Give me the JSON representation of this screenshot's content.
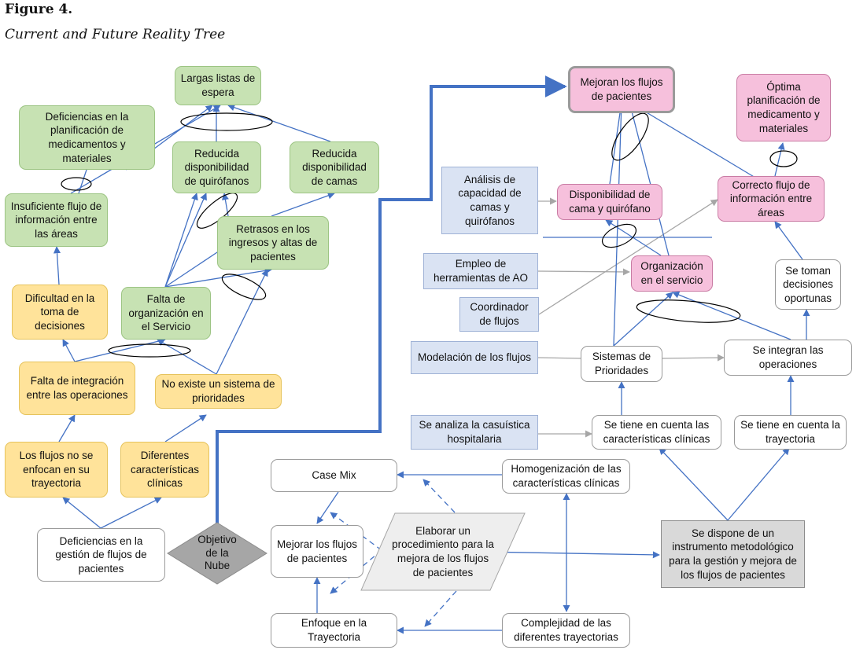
{
  "figure": {
    "label": "Figure 4.",
    "title": "Current and Future Reality Tree"
  },
  "nodes": {
    "largas_listas": "Largas listas de espera",
    "deficiencias_planificacion": "Deficiencias en la planificación de medicamentos y materiales",
    "reducida_quirofanos": "Reducida disponibilidad de quirófanos",
    "reducida_camas": "Reducida disponibilidad de camas",
    "insuficiente_flujo": "Insuficiente flujo de información entre las áreas",
    "retrasos": "Retrasos en los ingresos y altas de pacientes",
    "dificultad": "Dificultad en la toma de decisiones",
    "falta_organizacion": "Falta de organización en el Servicio",
    "falta_integracion": "Falta de integración entre las operaciones",
    "no_existe": "No existe un sistema de prioridades",
    "flujos_no_enfocan": "Los flujos no se enfocan en su trayectoria",
    "diferentes_car": "Diferentes características clínicas",
    "deficiencias_gestion": "Deficiencias en la gestión de flujos de pacientes",
    "objetivo_nube": "Objetivo de la Nube",
    "case_mix": "Case Mix",
    "mejorar_flujos": "Mejorar los flujos de pacientes",
    "enfoque": "Enfoque en la Trayectoria",
    "elaborar": "Elaborar un procedimiento para la mejora de los flujos de pacientes",
    "homogenizacion": "Homogenización de las características clínicas",
    "complejidad": "Complejidad de las diferentes trayectorias",
    "se_dispone": "Se dispone de un instrumento metodológico para la gestión y mejora de los flujos de pacientes",
    "mejoran_flujos": "Mejoran los flujos de pacientes",
    "optima": "Óptima planificación de medicamento y materiales",
    "analisis": "Análisis de capacidad de camas y quirófanos",
    "disponibilidad": "Disponibilidad de cama y quirófano",
    "correcto_flujo": "Correcto flujo de información entre áreas",
    "empleo": "Empleo de herramientas de AO",
    "organizacion_servicio": "Organización en el servicio",
    "se_toman": "Se toman decisiones oportunas",
    "coordinador": "Coordinador de flujos",
    "modelacion": "Modelación de los flujos",
    "sistemas_prioridades": "Sistemas de Prioridades",
    "se_integran": "Se integran las operaciones",
    "se_analiza": "Se analiza la casuística hospitalaria",
    "tiene_caracteristicas": "Se tiene en cuenta las características clínicas",
    "tiene_trayectoria": "Se tiene en cuenta la trayectoria"
  },
  "colors": {
    "arrow_blue": "#4472c4",
    "arrow_gray": "#a6a6a6",
    "green": "#c7e2b3",
    "yellow": "#ffe39a",
    "pink": "#f6c0dc",
    "light_blue": "#dae3f3",
    "gray": "#d9d9d9"
  }
}
